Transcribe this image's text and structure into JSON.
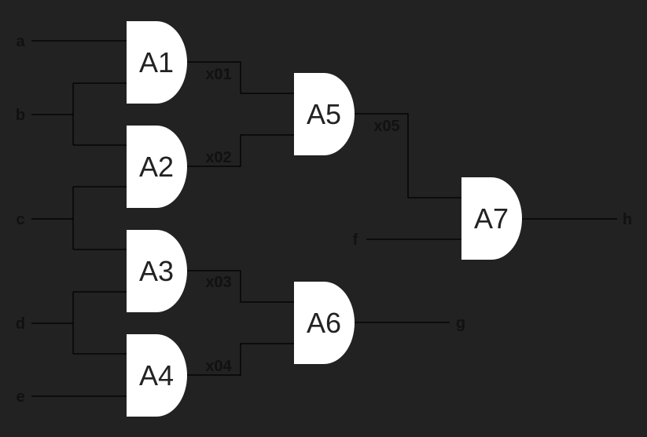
{
  "colors": {
    "background": "#222222",
    "gate_fill": "#ffffff",
    "wire": "#000000",
    "text": "#111111"
  },
  "inputs": {
    "a": "a",
    "b": "b",
    "c": "c",
    "d": "d",
    "e": "e",
    "f": "f"
  },
  "outputs": {
    "g": "g",
    "h": "h"
  },
  "gates": {
    "A1": "A1",
    "A2": "A2",
    "A3": "A3",
    "A4": "A4",
    "A5": "A5",
    "A6": "A6",
    "A7": "A7"
  },
  "nets": {
    "x01": "x01",
    "x02": "x02",
    "x03": "x03",
    "x04": "x04",
    "x05": "x05"
  }
}
